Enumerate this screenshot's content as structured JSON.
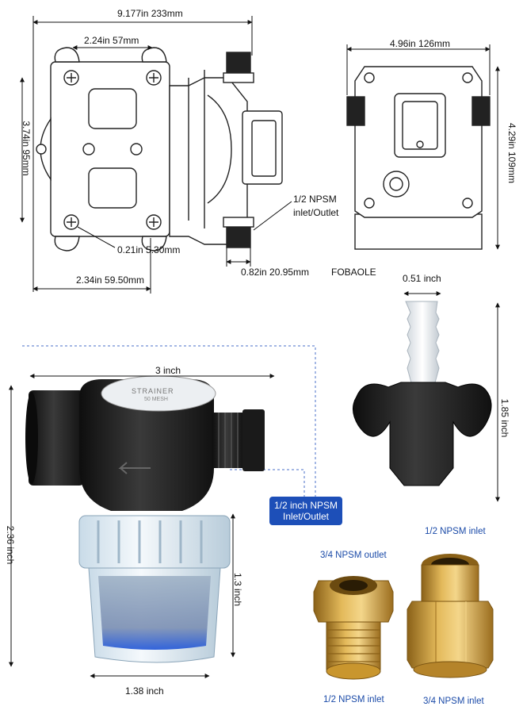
{
  "pump": {
    "overall_length": "9.177in   233mm",
    "mount_spacing": "2.24in   57mm",
    "height": "3.74in   95mm",
    "hole": "0.21in   5.30mm",
    "base_offset": "2.34in   59.50mm",
    "port_size": "0.82in   20.95mm",
    "port_label_line1": "1/2 NPSM",
    "port_label_line2": "inlet/Outlet",
    "brand": "FOBAOLE",
    "front_width": "4.96in   126mm",
    "front_height": "4.29in   109mm"
  },
  "strainer": {
    "width": "3 inch",
    "height": "2.36 inch",
    "bowl_height": "1.3 inch",
    "bowl_width": "1.38 inch",
    "badge_line1": "1/2 inch NPSM",
    "badge_line2": "Inlet/Outlet",
    "cap_text": "STRAINER",
    "cap_subtext": "50 MESH"
  },
  "barb": {
    "tip": "0.51 inch",
    "height": "1.85 inch"
  },
  "adapters": {
    "left_top": "3/4 NPSM outlet",
    "left_bottom": "1/2 NPSM inlet",
    "right_top": "1/2 NPSM inlet",
    "right_bottom": "3/4 NPSM inlet"
  },
  "colors": {
    "badge_blue": "#1d4fb8",
    "label_blue": "#1a4aa8",
    "brass": "#c9962e",
    "plastic_black": "#1a1a1a"
  }
}
